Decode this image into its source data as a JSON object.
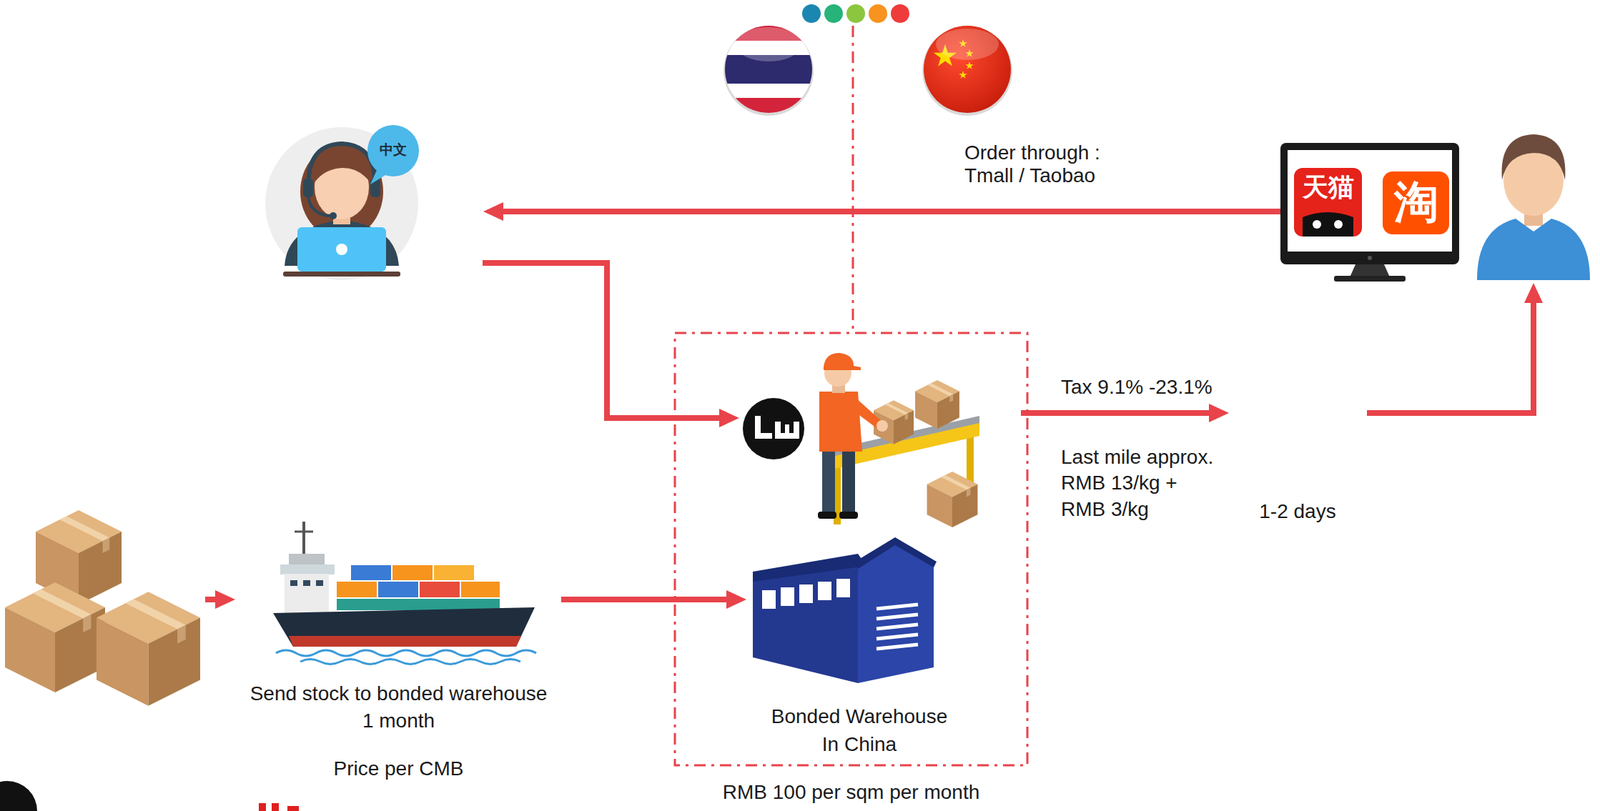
{
  "diagram": {
    "nodes": [
      {
        "text": [
          "中文"
        ]
      },
      {
        "text": [
          "天猫",
          "淘"
        ]
      },
      {
        "text": [
          "RMB 100 per sqm per month"
        ]
      },
      {
        "text": [],
        "in": 2
      },
      {
        "text": [
          "Bonded Warehouse In China"
        ],
        "in": 2
      },
      {
        "text": [
          "1-2 days"
        ]
      },
      {
        "text": []
      },
      {
        "text": [
          "Send stock to bonded warehouse 1 month",
          "Price per CMB"
        ]
      }
    ],
    "edges": [
      {
        "from": 1,
        "to": 0,
        "label": "Order through : Tmall / Taobao",
        "arrow": "to"
      },
      {
        "from": 0,
        "to": 3,
        "arrow": "to"
      },
      {
        "from": 3,
        "to": 5,
        "label": "Tax 9.1% -23.1%",
        "arrow": "to"
      },
      {
        "from": 5,
        "to": 1,
        "arrow": "to"
      },
      {
        "from": 6,
        "to": 7,
        "arrow": "to"
      },
      {
        "from": 7,
        "to": 4,
        "arrow": "to"
      }
    ],
    "labels": [
      "Last mile approx. RMB 13/kg + RMB 3/kg"
    ]
  }
}
